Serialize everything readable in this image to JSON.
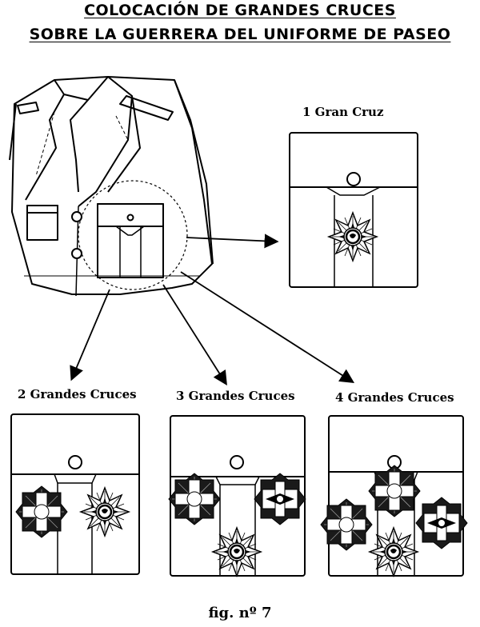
{
  "title_line1": "COLOCACIÓN DE GRANDES CRUCES",
  "title_line2": "SOBRE LA GUERRERA DEL UNIFORME DE PASEO",
  "labels": {
    "one": "1 Gran Cruz",
    "two": "2 Grandes Cruces",
    "three": "3 Grandes Cruces",
    "four": "4 Grandes Cruces"
  },
  "caption": "fig. nº 7",
  "icons": [
    "jacket-icon",
    "pocket-icon",
    "star-cross-icon",
    "square-cross-icon",
    "arrow-icon"
  ]
}
